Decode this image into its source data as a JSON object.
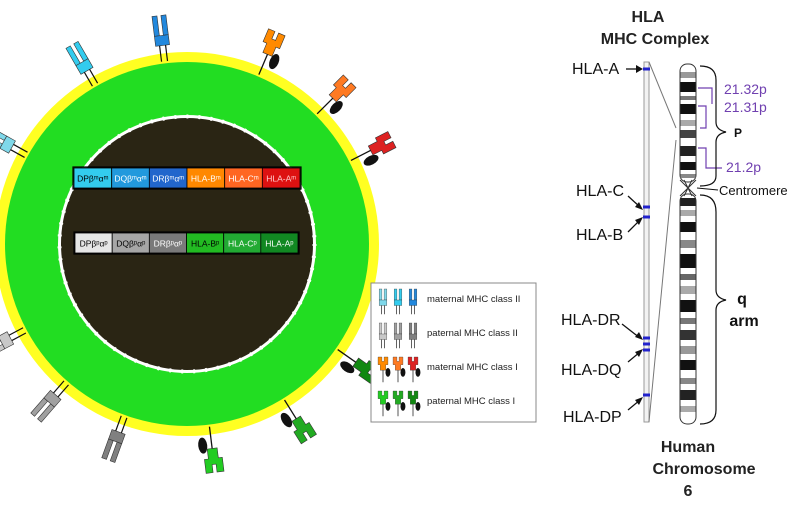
{
  "colors": {
    "membrane_outer": "#ffff22",
    "membrane": "#22dd22",
    "nucleus": "#2a2514",
    "maternal_class_ii": [
      "#7fd8ea",
      "#33ccee",
      "#2288dd"
    ],
    "paternal_class_ii": [
      "#c8c8c8",
      "#a0a0a0",
      "#808080"
    ],
    "maternal_class_i": [
      "#ff8a00",
      "#ff7a22",
      "#dd2222"
    ],
    "paternal_class_i": [
      "#22cc22",
      "#22aa22",
      "#118811"
    ],
    "band_label": "#7040b0"
  },
  "maternal_genes": [
    {
      "label": "DPβᵐαᵐ",
      "color": "#33ccee",
      "text_color": "#000000"
    },
    {
      "label": "DQβᵐαᵐ",
      "color": "#2299dd",
      "text_color": "#ffffff"
    },
    {
      "label": "DRβᵐαᵐ",
      "color": "#2266cc",
      "text_color": "#ffffff"
    },
    {
      "label": "HLA-Bᵐ",
      "color": "#ff8800",
      "text_color": "#ffffff"
    },
    {
      "label": "HLA-Cᵐ",
      "color": "#ff6622",
      "text_color": "#ffffff"
    },
    {
      "label": "HLA-Aᵐ",
      "color": "#dd1111",
      "text_color": "#ffcccc"
    }
  ],
  "paternal_genes": [
    {
      "label": "DPβᵖαᵖ",
      "color": "#e6e6e6",
      "text_color": "#000000"
    },
    {
      "label": "DQβᵖαᵖ",
      "color": "#a6a6a6",
      "text_color": "#000000"
    },
    {
      "label": "DRβᵖαᵖ",
      "color": "#7a7a7a",
      "text_color": "#ffffff"
    },
    {
      "label": "HLA-Bᵖ",
      "color": "#22bb22",
      "text_color": "#000000"
    },
    {
      "label": "HLA-Cᵖ",
      "color": "#22aa33",
      "text_color": "#ffffff"
    },
    {
      "label": "HLA-Aᵖ",
      "color": "#118822",
      "text_color": "#ffffff"
    }
  ],
  "legend": [
    {
      "label": "maternal MHC class II",
      "kind": "ii",
      "colors": [
        "#7fd8ea",
        "#33ccee",
        "#2288dd"
      ]
    },
    {
      "label": "paternal MHC class II",
      "kind": "ii",
      "colors": [
        "#c8c8c8",
        "#a0a0a0",
        "#808080"
      ]
    },
    {
      "label": "maternal MHC class I",
      "kind": "i",
      "colors": [
        "#ff8a00",
        "#ff7a22",
        "#dd2222"
      ]
    },
    {
      "label": "paternal MHC class I",
      "kind": "i",
      "colors": [
        "#22cc22",
        "#22aa22",
        "#118811"
      ]
    }
  ],
  "chromosome": {
    "title_line1": "HLA",
    "title_line2": "MHC Complex",
    "genes": {
      "a": "HLA-A",
      "c": "HLA-C",
      "b": "HLA-B",
      "dr": "HLA-DR",
      "dq": "HLA-DQ",
      "dp": "HLA-DP"
    },
    "bands": {
      "b1": "21.32p",
      "b2": "21.31p",
      "b3": "21.2p"
    },
    "p_label": "P",
    "centromere": "Centromere",
    "q_line1": "q",
    "q_line2": "arm",
    "caption_line1": "Human",
    "caption_line2": "Chromosome",
    "caption_line3": "6"
  }
}
